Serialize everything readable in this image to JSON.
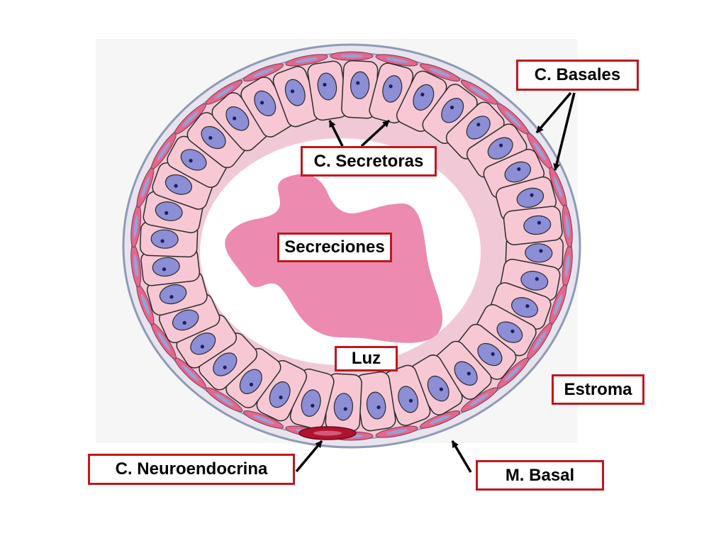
{
  "labels": {
    "basales": "C. Basales",
    "secretoras": "C. Secretoras",
    "secreciones": "Secreciones",
    "luz": "Luz",
    "estroma": "Estroma",
    "neuroendocrina": "C. Neuroendocrina",
    "basal": "M. Basal"
  },
  "colors": {
    "label_border": "#c0171e",
    "cell_fill": "#f7c8d3",
    "nucleus_fill": "#8c8ed6",
    "secretion_fill": "#ec8ab0",
    "basal_cell_fill": "#e2688c",
    "neuroendocrine_fill": "#b3122e",
    "membrane_stroke": "#8e9bb5"
  }
}
